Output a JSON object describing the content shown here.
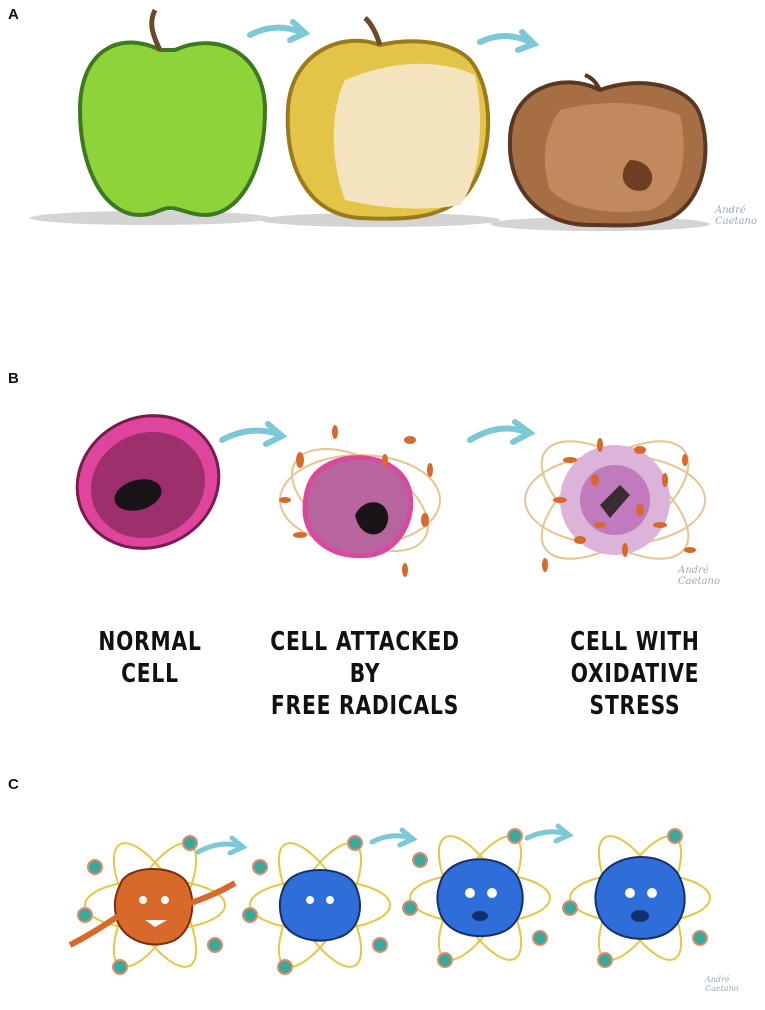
{
  "panels": {
    "a": {
      "label": "A"
    },
    "b": {
      "label": "B",
      "captions": {
        "normal": [
          "NORMAL",
          "CELL"
        ],
        "attacked": [
          "CELL ATTACKED BY",
          "FREE RADICALS"
        ],
        "stressed": [
          "CELL WITH",
          "OXIDATIVE STRESS"
        ]
      }
    },
    "c": {
      "label": "C"
    }
  },
  "signature": "Andre Caetano",
  "colors": {
    "arrow": "#7cc8d6",
    "green_apple": "#8fd33a",
    "yellow_apple": "#e3c447",
    "brown_apple": "#a56e45",
    "cell_magenta": "#e0459d",
    "cell_inner": "#9c2f6c",
    "radical_orange": "#d9692a",
    "atom_blue": "#2f6ed8",
    "electron_teal": "#3aa99b"
  }
}
